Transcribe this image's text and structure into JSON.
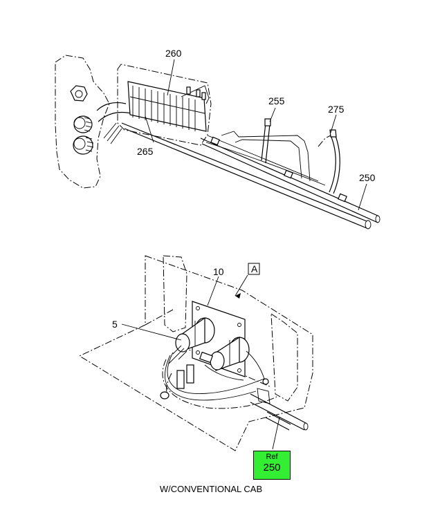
{
  "callouts": {
    "c260": "260",
    "c255": "255",
    "c275": "275",
    "c265": "265",
    "c250": "250",
    "c10": "10",
    "c5": "5",
    "view_a": "A"
  },
  "ref_box": {
    "label": "Ref",
    "number": "250",
    "color": "#33ee33"
  },
  "caption": "W/CONVENTIONAL CAB"
}
